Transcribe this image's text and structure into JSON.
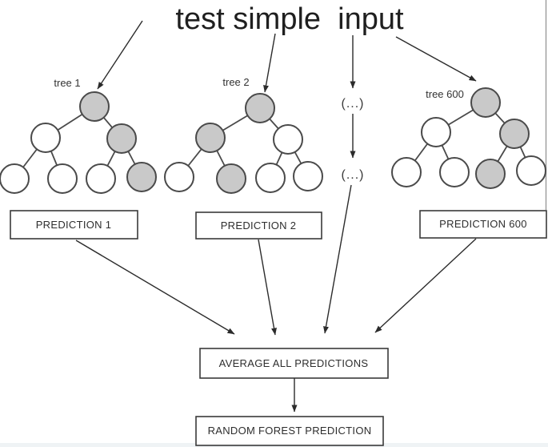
{
  "title": "test simple  input",
  "colors": {
    "background": "#ffffff",
    "node_fill_shaded": "#c9c9c9",
    "node_fill_default": "#ffffff",
    "node_stroke": "#4a4a4a",
    "arrow_stroke": "#2b2b2b",
    "box_border": "#3a3a3a",
    "text": "#2e2e2e",
    "bottom_strip": "#eff3f5",
    "right_edge_line": "#9a9a9a"
  },
  "trees": [
    {
      "label": "tree 1",
      "shaded": [
        true,
        false,
        true,
        false,
        false,
        false,
        true
      ]
    },
    {
      "label": "tree 2",
      "shaded": [
        true,
        true,
        false,
        false,
        true,
        false,
        false
      ]
    },
    {
      "label": "tree 600",
      "shaded": [
        true,
        false,
        true,
        false,
        false,
        true,
        false
      ]
    }
  ],
  "ellipsis": {
    "top": "(...)",
    "bottom": "(...)"
  },
  "predictions": [
    {
      "label": "PREDICTION 1"
    },
    {
      "label": "PREDICTION 2"
    },
    {
      "label": "PREDICTION 600"
    }
  ],
  "average_box": {
    "label": "AVERAGE ALL PREDICTIONS"
  },
  "final_box": {
    "label": "RANDOM FOREST PREDICTION"
  }
}
